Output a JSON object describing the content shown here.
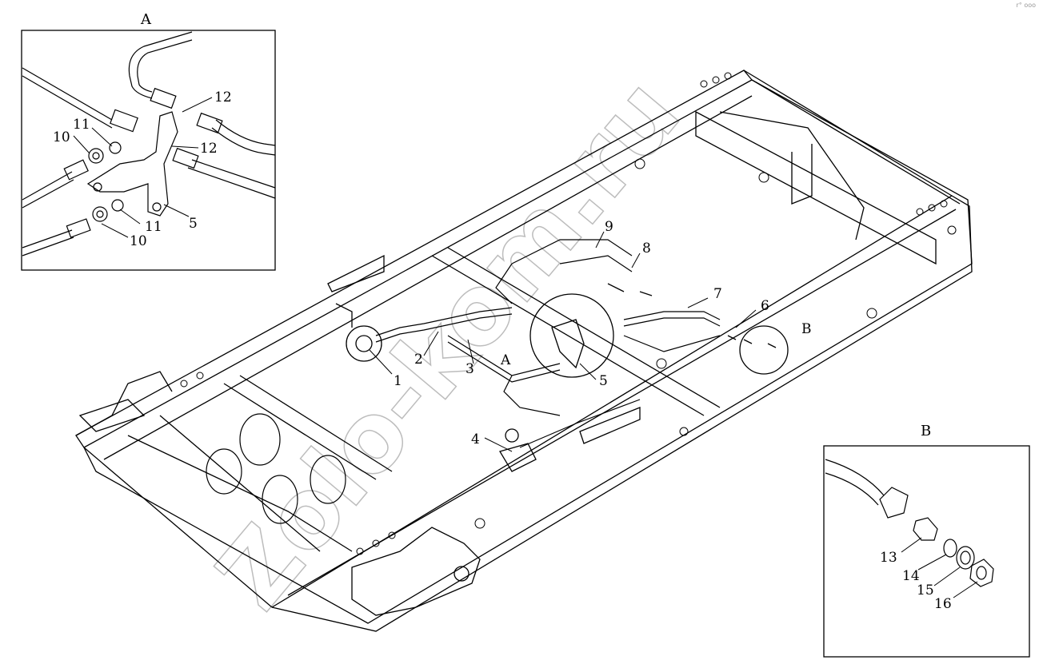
{
  "corner_mark": "r° ooo",
  "watermark": "Zolo-kom.ru",
  "insets": {
    "A": {
      "title": "A"
    },
    "B": {
      "title": "B"
    }
  },
  "main_labels": {
    "p1": "1",
    "p2": "2",
    "p3": "3",
    "p4": "4",
    "p5": "5",
    "p6": "6",
    "p7": "7",
    "p8": "8",
    "p9": "9",
    "view_a": "A",
    "view_b": "B"
  },
  "inset_a_labels": {
    "p12a": "12",
    "p12b": "12",
    "p11a": "11",
    "p10a": "10",
    "p11b": "11",
    "p10b": "10",
    "p5": "5"
  },
  "inset_b_labels": {
    "p13": "13",
    "p14": "14",
    "p15": "15",
    "p16": "16"
  }
}
